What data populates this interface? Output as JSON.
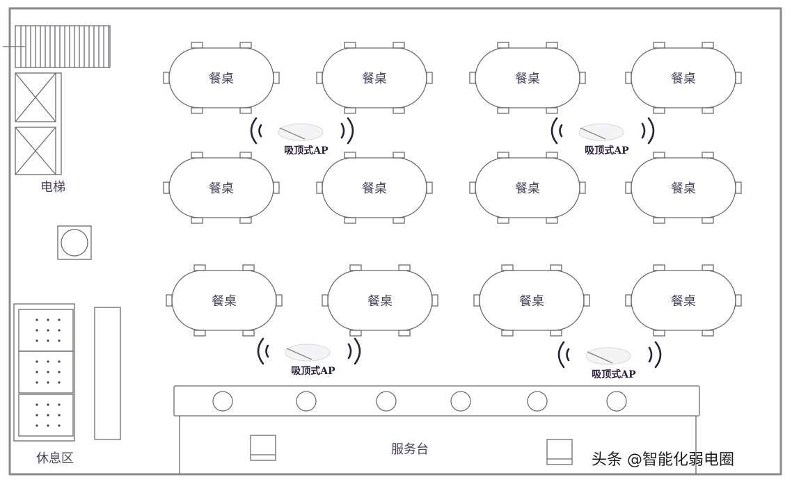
{
  "labels": {
    "elevator": "电梯",
    "rest_area": "休息区",
    "service_desk": "服务台",
    "watermark": "头条 @智能化弱电圈"
  },
  "table_label": "餐桌",
  "ap_label": "吸顶式AP",
  "tables": [
    {
      "row": 1,
      "col": 1
    },
    {
      "row": 1,
      "col": 2
    },
    {
      "row": 1,
      "col": 3
    },
    {
      "row": 1,
      "col": 4
    },
    {
      "row": 2,
      "col": 1
    },
    {
      "row": 2,
      "col": 2
    },
    {
      "row": 2,
      "col": 3
    },
    {
      "row": 2,
      "col": 4
    },
    {
      "row": 3,
      "col": 1
    },
    {
      "row": 3,
      "col": 2
    },
    {
      "row": 3,
      "col": 3
    },
    {
      "row": 3,
      "col": 4
    }
  ],
  "access_points": 4,
  "colors": {
    "line": "#6a6a72",
    "ap_text": "#2a1f3a",
    "label": "#4a4058"
  }
}
